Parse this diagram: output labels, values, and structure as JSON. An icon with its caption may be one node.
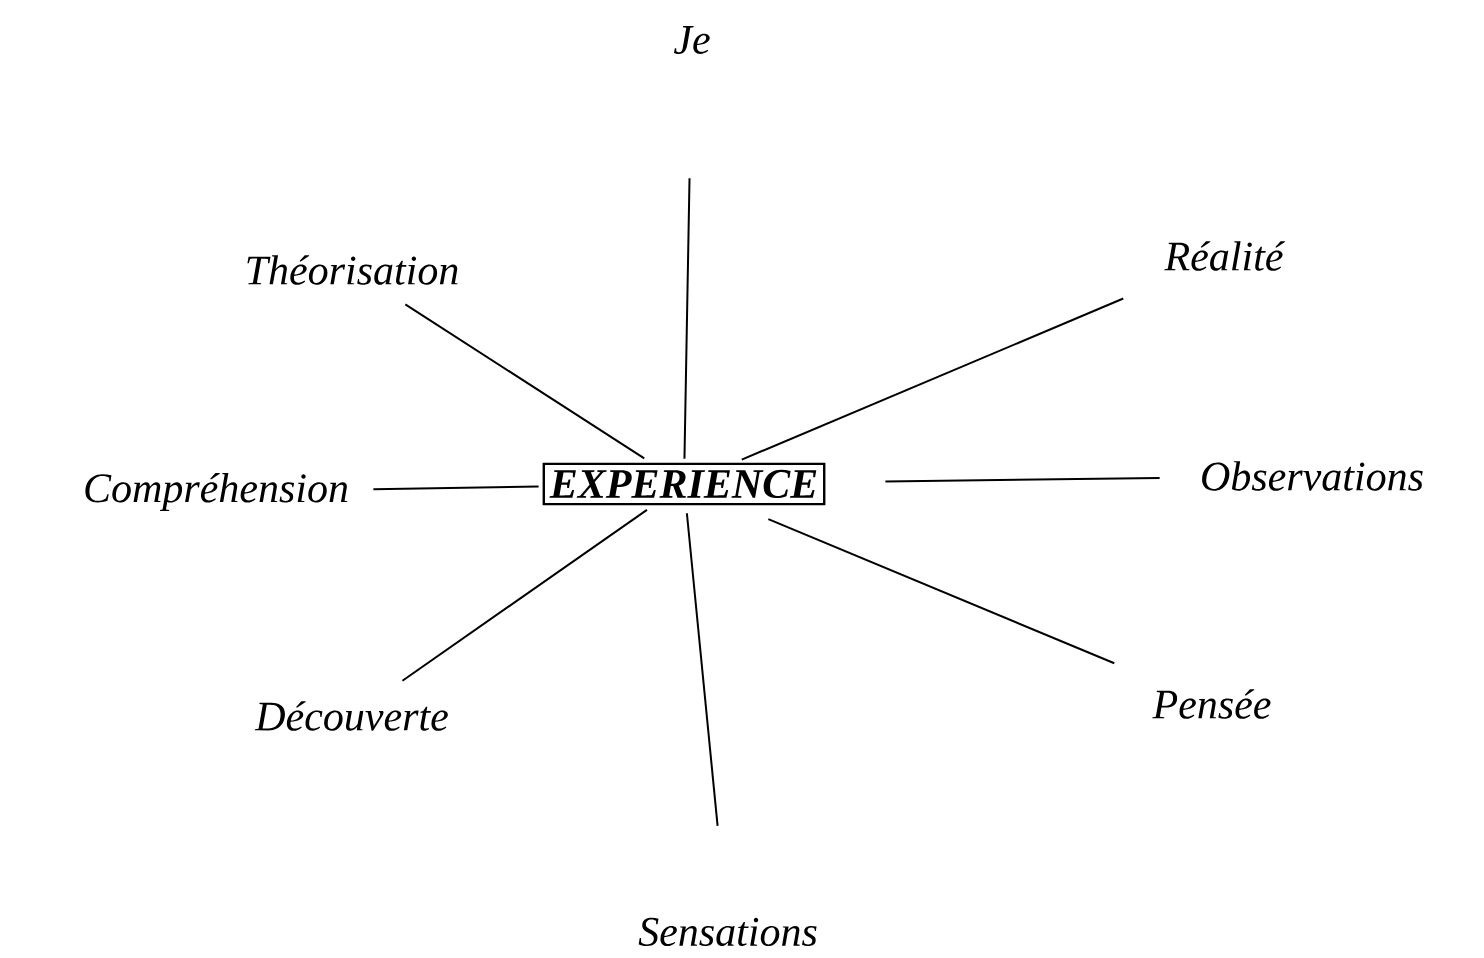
{
  "diagram": {
    "nodes": [
      {
        "text": [
          "EXPERIENCE"
        ]
      },
      {
        "text": [
          "Je"
        ]
      },
      {
        "text": [
          "Théorisation"
        ]
      },
      {
        "text": [
          "Réalité"
        ]
      },
      {
        "text": [
          "Compréhension"
        ]
      },
      {
        "text": [
          "Observations"
        ]
      },
      {
        "text": [
          "Découverte"
        ]
      },
      {
        "text": [
          "Pensée"
        ]
      },
      {
        "text": [
          "Sensations"
        ]
      }
    ],
    "edges": [
      {
        "from": 0,
        "to": 1,
        "arrow": "none"
      },
      {
        "from": 0,
        "to": 2,
        "arrow": "none"
      },
      {
        "from": 0,
        "to": 3,
        "arrow": "none"
      },
      {
        "from": 0,
        "to": 4,
        "arrow": "none"
      },
      {
        "from": 0,
        "to": 5,
        "arrow": "none"
      },
      {
        "from": 0,
        "to": 6,
        "arrow": "none"
      },
      {
        "from": 0,
        "to": 7,
        "arrow": "none"
      },
      {
        "from": 0,
        "to": 8,
        "arrow": "none"
      }
    ]
  }
}
